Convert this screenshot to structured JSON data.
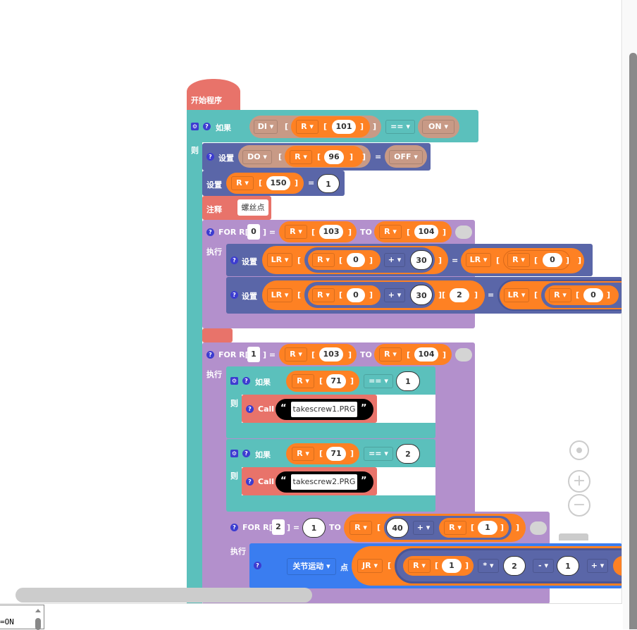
{
  "program": {
    "start_label": "开始程序",
    "if1": {
      "label": "如果",
      "then_label": "则",
      "cond": {
        "left_type": "DI",
        "left_reg": "R",
        "left_index": "101",
        "op": "==",
        "right": "ON"
      },
      "body": {
        "set1": {
          "label": "设置",
          "target_type": "DO",
          "target_reg": "R",
          "target_index": "96",
          "eq": "=",
          "value": "OFF"
        },
        "set2": {
          "label": "设置",
          "reg": "R",
          "index": "150",
          "eq": "=",
          "value": "1"
        },
        "comment": {
          "label": "注释",
          "text": "螺丝点"
        },
        "for1": {
          "label": "FOR R[",
          "var": "0",
          "eq": "] =",
          "from_reg": "R",
          "from_index": "103",
          "to_label": "TO",
          "to_reg": "R",
          "to_index": "104",
          "do_label": "执行",
          "set_a": {
            "label": "设置",
            "lr": "LR",
            "reg": "R",
            "idx": "0",
            "op": "+",
            "add": "30",
            "eq": "=",
            "rlr": "LR",
            "rreg": "R",
            "ridx": "0"
          },
          "set_b": {
            "label": "设置",
            "lr": "LR",
            "reg": "R",
            "idx": "0",
            "op": "+",
            "add": "30",
            "sub": "2",
            "eq": "=",
            "rlr": "LR",
            "rreg": "R",
            "ridx": "0"
          }
        },
        "for2": {
          "label": "FOR R[",
          "var": "1",
          "eq": "] =",
          "from_reg": "R",
          "from_index": "103",
          "to_label": "TO",
          "to_reg": "R",
          "to_index": "104",
          "do_label": "执行",
          "if_a": {
            "label": "如果",
            "then_label": "则",
            "reg": "R",
            "idx": "71",
            "op": "==",
            "value": "1",
            "call_label": "Call",
            "call_file": "takescrew1.PRG"
          },
          "if_b": {
            "label": "如果",
            "then_label": "则",
            "reg": "R",
            "idx": "71",
            "op": "==",
            "value": "2",
            "call_label": "Call",
            "call_file": "takescrew2.PRG"
          },
          "for3": {
            "label": "FOR R[",
            "var": "2",
            "eq": "] =",
            "from": "1",
            "to_label": "TO",
            "to_reg": "R",
            "to_a": "40",
            "to_op": "+",
            "to_reg2": "R",
            "to_idx2": "1",
            "do_label": "执行",
            "move": {
              "type": "关节运动",
              "point_label": "点",
              "jr": "JR",
              "reg": "R",
              "idx": "1",
              "op1": "*",
              "v1": "2",
              "op2": "-",
              "v2": "1",
              "op3": "+"
            }
          }
        }
      }
    }
  },
  "quote_open": "“",
  "quote_close": "”",
  "bracket_open": "[",
  "bracket_close": "]",
  "dropdown_arrow": "▾",
  "help_glyph": "?",
  "gear_glyph": "⚙",
  "controls": {
    "recenter_icon": "target-icon",
    "zoom_in": "+",
    "zoom_out": "−"
  },
  "console": {
    "text": "=ON"
  },
  "colors": {
    "start": "#e8736a",
    "if": "#5bc0bc",
    "set": "#5a66a8",
    "for": "#b390cc",
    "reg": "#fe8123",
    "io": "#c89a86",
    "call": "#e8736a",
    "motion": "#3a7df0"
  }
}
